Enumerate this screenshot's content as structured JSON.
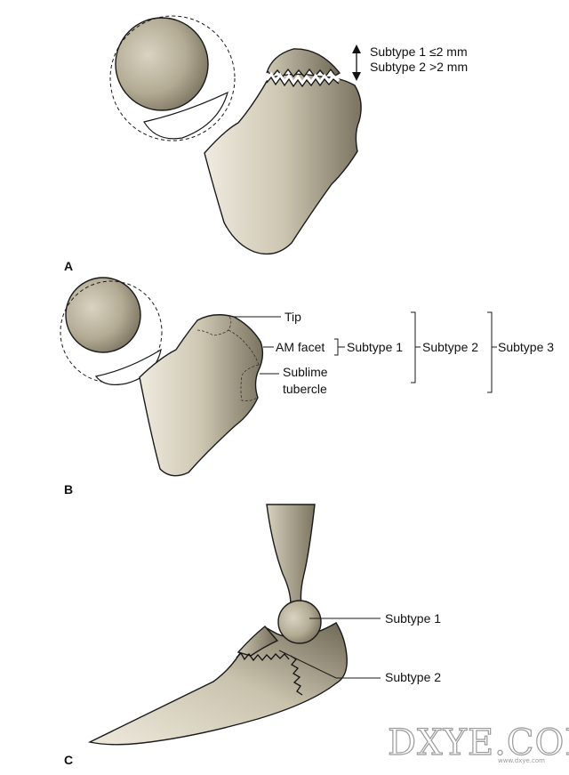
{
  "panels": {
    "a": {
      "letter": "A",
      "subtype1_label": "Subtype 1 ≤2 mm",
      "subtype2_label": "Subtype 2 >2 mm"
    },
    "b": {
      "letter": "B",
      "tip_label": "Tip",
      "am_facet_label": "AM facet",
      "sublime_label_line1": "Sublime",
      "sublime_label_line2": "tubercle",
      "subtype1_label": "Subtype 1",
      "subtype2_label": "Subtype 2",
      "subtype3_label": "Subtype 3"
    },
    "c": {
      "letter": "C",
      "subtype1_label": "Subtype 1",
      "subtype2_label": "Subtype 2"
    }
  },
  "watermark": {
    "text": "DXYE.COM",
    "small_text": "www.dxye.com"
  },
  "colors": {
    "bone_light": "#e4dfd2",
    "bone_dark": "#6e6754",
    "outline": "#1a1a1a"
  }
}
